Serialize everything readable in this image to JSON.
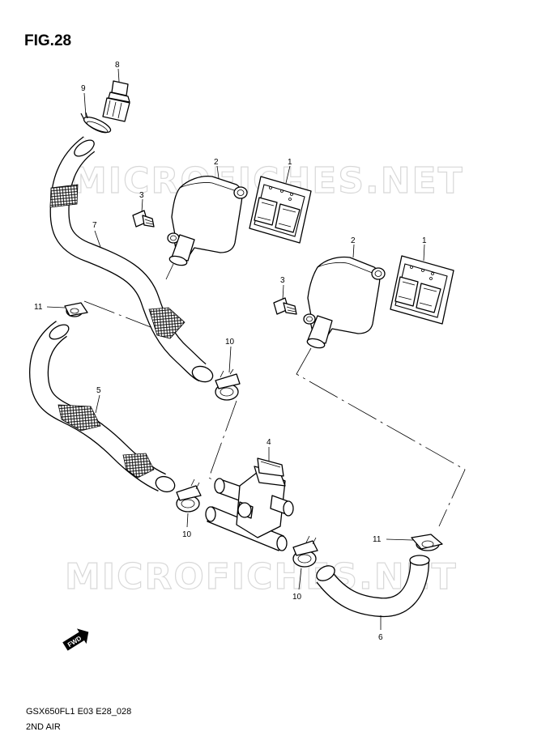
{
  "figure": {
    "title": "FIG.28",
    "footer_code": "GSX650FL1 E03 E28_028",
    "footer_name": "2ND AIR"
  },
  "watermark": {
    "text": "MICROFICHES.NET"
  },
  "callouts": {
    "c1a": "1",
    "c1b": "1",
    "c2a": "2",
    "c2b": "2",
    "c3a": "3",
    "c3b": "3",
    "c4": "4",
    "c5": "5",
    "c6": "6",
    "c7": "7",
    "c8": "8",
    "c9": "9",
    "c10a": "10",
    "c10b": "10",
    "c10c": "10",
    "c11a": "11",
    "c11b": "11"
  },
  "direction_marker": {
    "text": "FWD",
    "icon": "forward-arrow-icon"
  }
}
